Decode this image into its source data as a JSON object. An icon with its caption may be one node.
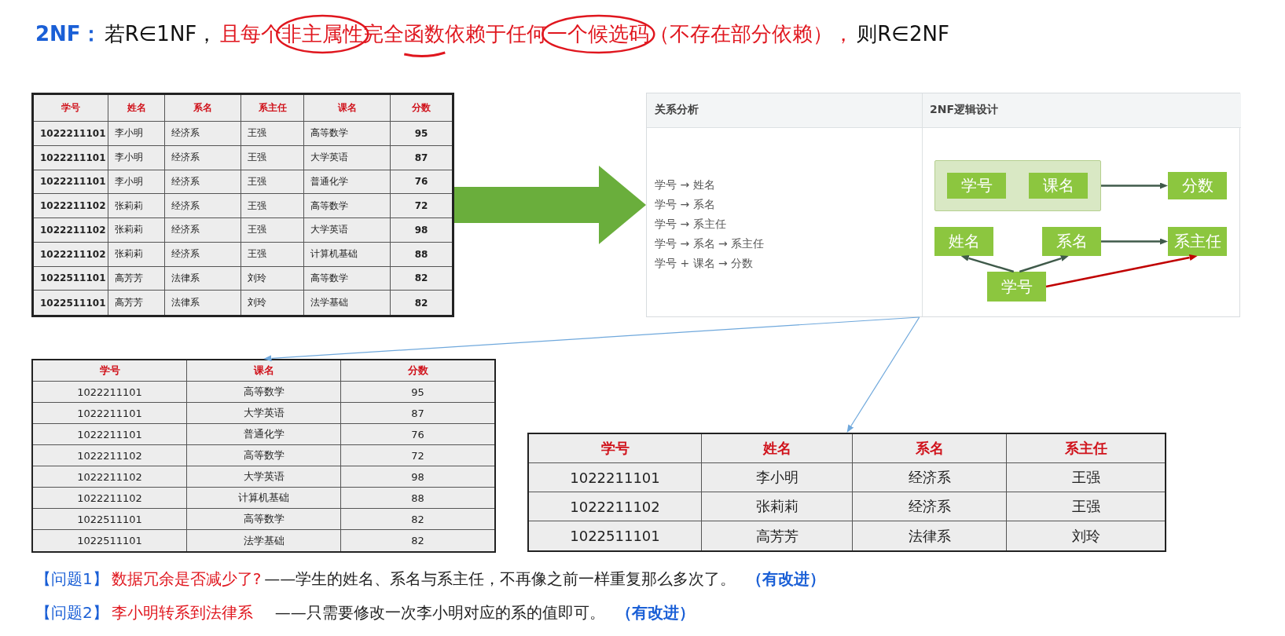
{
  "diagram": {
    "nodes": [
      {
        "text": [
          "学号",
          "姓名",
          "系名",
          "系主任",
          "课名",
          "分数",
          "1022211101",
          "李小明",
          "经济系",
          "王强",
          "高等数学",
          "95",
          "1022211101",
          "李小明",
          "经济系",
          "王强",
          "大学英语",
          "87",
          "1022211101",
          "李小明",
          "经济系",
          "王强",
          "普通化学",
          "76",
          "1022211102",
          "张莉莉",
          "经济系",
          "王强",
          "高等数学",
          "72",
          "1022211102",
          "张莉莉",
          "经济系",
          "王强",
          "大学英语",
          "98",
          "1022211102",
          "张莉莉",
          "经济系",
          "王强",
          "计算机基础",
          "88",
          "1022511101",
          "高芳芳",
          "法律系",
          "刘玲",
          "高等数学",
          "82",
          "1022511101",
          "高芳芳",
          "法律系",
          "刘玲",
          "法学基础",
          "82"
        ]
      },
      {
        "text": [
          "关系分析",
          "2NF逻辑设计",
          "学号 → 姓名",
          "学号 → 系名",
          "学号 → 系主任",
          "学号 → 系名 → 系主任",
          "学号 + 课名 → 分数"
        ]
      },
      {
        "text": [],
        "shape": "box",
        "in": 1
      },
      {
        "text": [
          "学号"
        ],
        "in": 2
      },
      {
        "text": [
          "课名"
        ],
        "in": 2
      },
      {
        "text": [
          "分数"
        ],
        "in": 1
      },
      {
        "text": [
          "姓名"
        ],
        "in": 1
      },
      {
        "text": [
          "系名"
        ],
        "in": 1
      },
      {
        "text": [
          "系主任"
        ],
        "in": 1
      },
      {
        "text": [
          "学号"
        ],
        "in": 1
      },
      {
        "text": [
          "学号",
          "课名",
          "分数",
          "1022211101",
          "高等数学",
          "95",
          "1022211101",
          "大学英语",
          "87",
          "1022211101",
          "普通化学",
          "76",
          "1022211102",
          "高等数学",
          "72",
          "1022211102",
          "大学英语",
          "98",
          "1022211102",
          "计算机基础",
          "88",
          "1022511101",
          "高等数学",
          "82",
          "1022511101",
          "法学基础",
          "82"
        ]
      },
      {
        "text": [
          "学号",
          "姓名",
          "系名",
          "系主任",
          "1022211101",
          "李小明",
          "经济系",
          "王强",
          "1022211102",
          "张莉莉",
          "经济系",
          "王强",
          "1022511101",
          "高芳芳",
          "法律系",
          "刘玲"
        ]
      }
    ],
    "edges": [
      {
        "from": 0,
        "to": 1,
        "arrow": "to",
        "style": "thick",
        "color": "#6aae3c"
      },
      {
        "from": 2,
        "to": 5,
        "arrow": "to"
      },
      {
        "from": 9,
        "to": 6,
        "arrow": "to"
      },
      {
        "from": 9,
        "to": 7,
        "arrow": "to"
      },
      {
        "from": 7,
        "to": 8,
        "arrow": "to"
      },
      {
        "from": 9,
        "to": 8,
        "arrow": "to",
        "color": "#c00000"
      },
      {
        "from": 1,
        "to": 10,
        "arrow": "to",
        "color": "#6fa8dc"
      },
      {
        "from": 1,
        "to": 11,
        "arrow": "to",
        "color": "#6fa8dc"
      }
    ],
    "labels": [
      "2NF：",
      "若R∈1NF，",
      "且每个非主属性完全函数依赖于任何一个候选码（不存在部分依赖），",
      "则R∈2NF",
      "【问题1】",
      "数据冗余是否减少了?",
      "——学生的姓名、系名与系主任，不再像之前一样重复那么多次了。",
      "（有改进）",
      "【问题2】",
      "李小明转系到法律系",
      "——只需要修改一次李小明对应的系的值即可。",
      "（有改进）"
    ]
  }
}
